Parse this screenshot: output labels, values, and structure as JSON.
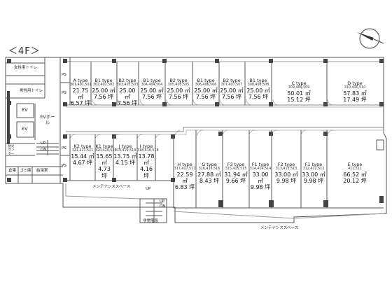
{
  "floor_label": "＜4F＞",
  "compass_icon": "north-arrow-icon",
  "rooms": {
    "female_toilet": "女性用トイレ",
    "male_toilet": "男性用トイレ",
    "ev1": "EV",
    "ev2": "EV",
    "ev_hall": "EVホール",
    "storage": "倉庫",
    "kitchen": "ゴミ庫",
    "cleaning": "給湯室",
    "disaster_center": "防災センター",
    "ps": "PS",
    "up": "UP",
    "dn": "DN",
    "maint_top": "メンテナンススペース",
    "maint_bottom": "メンテナンススペース",
    "exit_stair": "非常階段"
  },
  "units_top": [
    {
      "type": "A type",
      "nums": "301,401,501",
      "area": "21.75 ㎡",
      "tsubo": "6.57 坪"
    },
    {
      "type": "B1 type",
      "nums": "302,402,502",
      "area": "25.00 ㎡",
      "tsubo": "7.56 坪"
    },
    {
      "type": "B2 type",
      "nums": "303,403,503",
      "area": "25.00 ㎡",
      "tsubo": "7.56 坪"
    },
    {
      "type": "B1 type",
      "nums": "304,404,504",
      "area": "25.00 ㎡",
      "tsubo": "7.56 坪"
    },
    {
      "type": "B2 type",
      "nums": "305,405,505",
      "area": "25.00 ㎡",
      "tsubo": "7.56 坪"
    },
    {
      "type": "B1 type",
      "nums": "306,406,506",
      "area": "25.00 ㎡",
      "tsubo": "7.56 坪"
    },
    {
      "type": "B2 type",
      "nums": "307,407,507",
      "area": "25.00 ㎡",
      "tsubo": "7.56 坪"
    },
    {
      "type": "B1 type",
      "nums": "308,408,508",
      "area": "25.00 ㎡",
      "tsubo": "7.56 坪"
    },
    {
      "type": "C type",
      "nums": "309,409,509",
      "area": "50.01 ㎡",
      "tsubo": "15.12 坪"
    },
    {
      "type": "D type",
      "nums": "310,410,510",
      "area": "57.83 ㎡",
      "tsubo": "17.49 坪"
    }
  ],
  "units_bottom_left": [
    {
      "type": "K2 type",
      "nums": "321,421,521",
      "area": "15.44 ㎡",
      "tsubo": "4.67 坪"
    },
    {
      "type": "K1 type",
      "nums": "320,420,520",
      "area": "15.65 ㎡",
      "tsubo": "4.73 坪"
    },
    {
      "type": "J type",
      "nums": "319,419,519",
      "area": "13.75 ㎡",
      "tsubo": "4.15 坪"
    },
    {
      "type": "I type",
      "nums": "318,418,518",
      "area": "13.78 ㎡",
      "tsubo": "4.16 坪"
    }
  ],
  "units_bottom_right": [
    {
      "type": "H type",
      "nums": "317,417,517",
      "area": "22.59 ㎡",
      "tsubo": "6.83 坪"
    },
    {
      "type": "G type",
      "nums": "316,416,516",
      "area": "27.88 ㎡",
      "tsubo": "8.43 坪"
    },
    {
      "type": "F3 type",
      "nums": "315,415,515",
      "area": "31.94 ㎡",
      "tsubo": "9.66 坪"
    },
    {
      "type": "F1 type",
      "nums": "314,414,514",
      "area": "33.00 ㎡",
      "tsubo": "9.98 坪"
    },
    {
      "type": "F2 type",
      "nums": "313,413,513",
      "area": "33.00 ㎡",
      "tsubo": "9.98 坪"
    },
    {
      "type": "F1 type",
      "nums": "312,412,512",
      "area": "33.00 ㎡",
      "tsubo": "9.98 坪"
    },
    {
      "type": "E type",
      "nums": "411,511",
      "area": "66.52 ㎡",
      "tsubo": "20.12 坪"
    }
  ]
}
